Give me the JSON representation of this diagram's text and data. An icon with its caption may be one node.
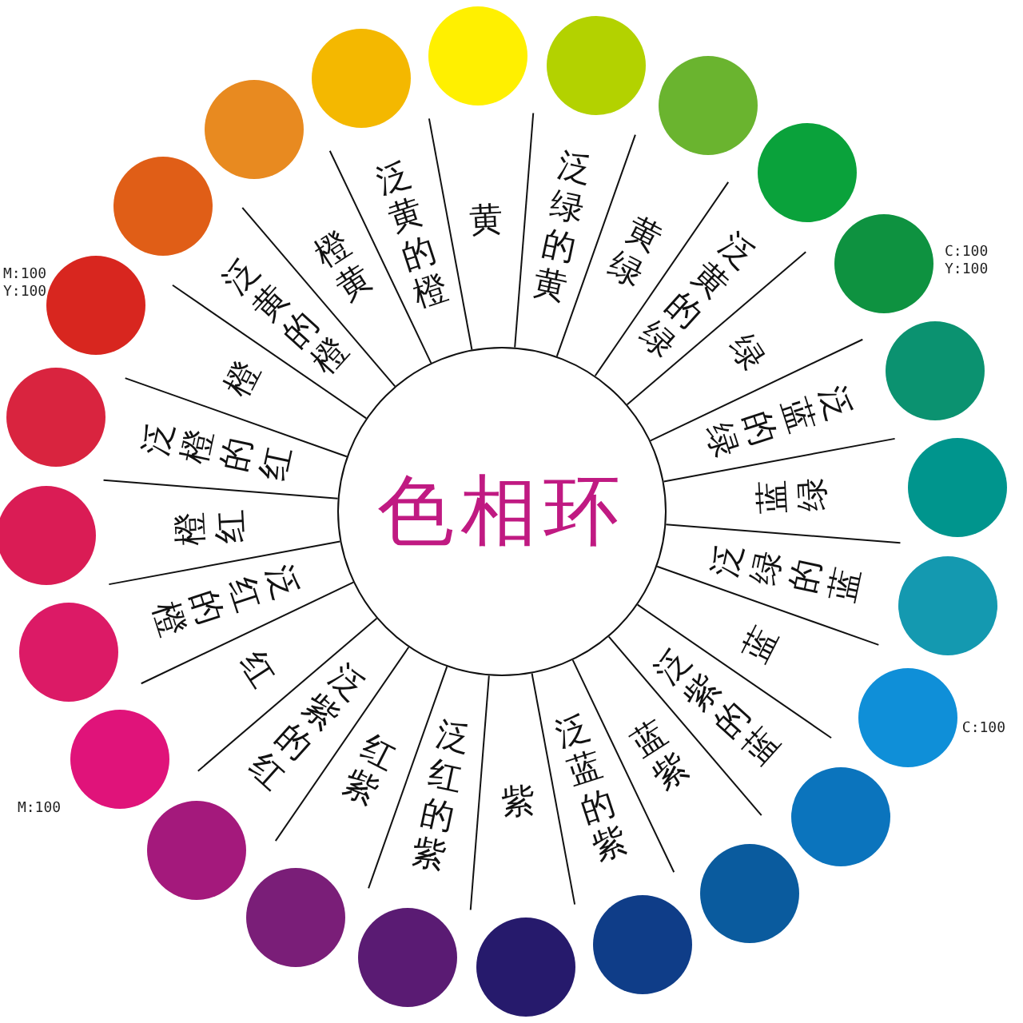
{
  "diagram": {
    "nodes": [
      {
        "text": [
          "色相环"
        ]
      },
      {
        "text": [],
        "shape": "circle"
      },
      {
        "text": [],
        "shape": "circle"
      },
      {
        "text": [],
        "shape": "circle"
      },
      {
        "text": [],
        "shape": "circle"
      },
      {
        "text": [],
        "shape": "circle",
        "beside": [
          "C:100 Y:100"
        ]
      },
      {
        "text": [],
        "shape": "circle"
      },
      {
        "text": [],
        "shape": "circle"
      },
      {
        "text": [],
        "shape": "circle"
      },
      {
        "text": [],
        "shape": "circle",
        "beside": [
          "C:100"
        ]
      },
      {
        "text": [],
        "shape": "circle"
      },
      {
        "text": [],
        "shape": "circle"
      },
      {
        "text": [],
        "shape": "circle"
      },
      {
        "text": [],
        "shape": "circle"
      },
      {
        "text": [],
        "shape": "circle"
      },
      {
        "text": [],
        "shape": "circle"
      },
      {
        "text": [],
        "shape": "circle"
      },
      {
        "text": [],
        "shape": "circle",
        "beside": [
          "M:100"
        ]
      },
      {
        "text": [],
        "shape": "circle"
      },
      {
        "text": [],
        "shape": "circle"
      },
      {
        "text": [],
        "shape": "circle"
      },
      {
        "text": [],
        "shape": "circle",
        "beside": [
          "M:100 Y:100"
        ]
      },
      {
        "text": [],
        "shape": "circle"
      },
      {
        "text": [],
        "shape": "circle"
      },
      {
        "text": [],
        "shape": "circle"
      }
    ],
    "labels": [
      "黄",
      "泛绿的黄",
      "黄绿",
      "泛黄的绿",
      "绿",
      "泛蓝的绿",
      "蓝绿",
      "泛绿的蓝",
      "蓝",
      "泛紫的蓝",
      "蓝紫",
      "泛蓝的紫",
      "紫",
      "泛红的紫",
      "红紫",
      "泛紫的红",
      "红",
      "泛红的橙",
      "橙红",
      "泛橙的红",
      "橙",
      "泛黄的橙",
      "橙黄",
      "泛黄的橙"
    ]
  }
}
